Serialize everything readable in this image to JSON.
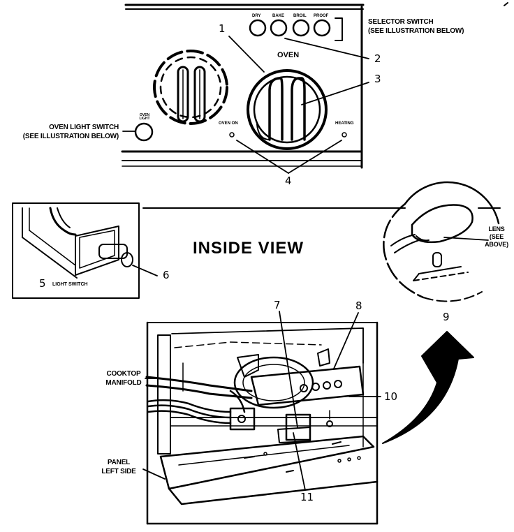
{
  "labels": {
    "selector_switch": [
      "SELECTOR SWITCH",
      "(SEE ILLUSTRATION BELOW)"
    ],
    "oven_light_switch": [
      "OVEN LIGHT SWITCH",
      "(SEE ILLUSTRATION BELOW)"
    ],
    "oven": "OVEN",
    "oven_on": "OVEN ON",
    "heating": "HEATING",
    "oven_light_button": [
      "OVEN",
      "LIGHT"
    ],
    "selector_buttons": [
      "DRY",
      "BAKE",
      "BROIL",
      "PROOF"
    ],
    "inside_view": "INSIDE VIEW",
    "light_switch": "LIGHT SWITCH",
    "lens": [
      "LENS",
      "(SEE",
      "ABOVE)"
    ],
    "cooktop_manifold": [
      "COOKTOP",
      "MANIFOLD"
    ],
    "panel_left_side": [
      "PANEL",
      "LEFT SIDE"
    ]
  },
  "callouts": [
    "1",
    "2",
    "3",
    "4",
    "5",
    "6",
    "7",
    "8",
    "9",
    "10",
    "11"
  ]
}
